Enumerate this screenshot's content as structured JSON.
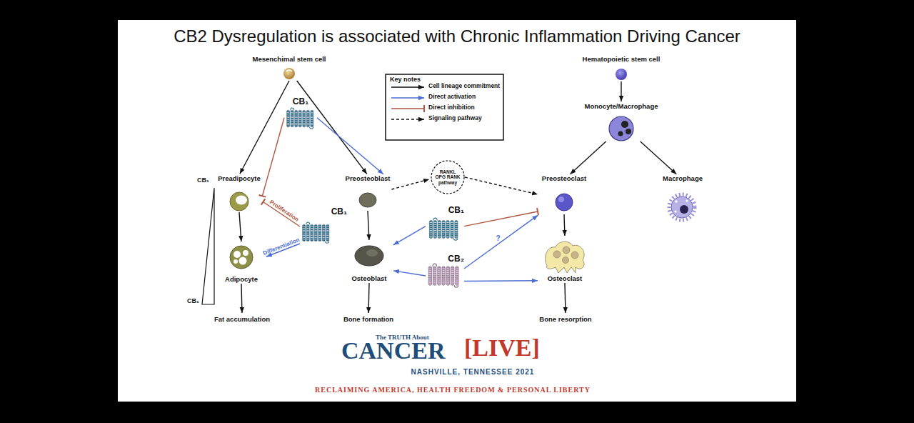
{
  "diagram": {
    "title": "CB2 Dysregulation is associated with Chronic Inflammation Driving Cancer",
    "nodes": [
      {
        "text": [
          "Mesenchimal stem cell"
        ]
      },
      {
        "text": [
          "Hematopoietic stem cell"
        ]
      },
      {
        "text": [
          "CB₁"
        ]
      },
      {
        "text": [
          "Preadipocyte"
        ]
      },
      {
        "text": [
          "Preosteoblast"
        ]
      },
      {
        "text": [
          "RANKL OPG RANK pathway"
        ]
      },
      {
        "text": [
          "Monocyte/Macrophage"
        ]
      },
      {
        "text": [
          "Preosteoclast"
        ]
      },
      {
        "text": [
          "Macrophage"
        ]
      },
      {
        "text": [
          "CB₁"
        ]
      },
      {
        "text": [
          "CB₁"
        ]
      },
      {
        "text": [
          "CB₂"
        ]
      },
      {
        "text": [
          "Adipocyte"
        ]
      },
      {
        "text": [
          "Osteoblast"
        ]
      },
      {
        "text": [
          "Osteoclast"
        ]
      },
      {
        "text": [
          "Fat accumulation"
        ]
      },
      {
        "text": [
          "Bone formation"
        ]
      },
      {
        "text": [
          "Bone resorption"
        ]
      }
    ],
    "edges": [
      {
        "from": 0,
        "to": 3,
        "arrow": "to"
      },
      {
        "from": 0,
        "to": 4,
        "arrow": "to"
      },
      {
        "from": 2,
        "to": 3,
        "arrow": "to"
      },
      {
        "from": 2,
        "to": 4,
        "arrow": "to"
      },
      {
        "from": 1,
        "to": 6,
        "arrow": "to"
      },
      {
        "from": 6,
        "to": 7,
        "arrow": "to"
      },
      {
        "from": 6,
        "to": 8,
        "arrow": "to"
      },
      {
        "from": 3,
        "to": 12,
        "arrow": "to"
      },
      {
        "from": 4,
        "to": 13,
        "arrow": "to"
      },
      {
        "from": 7,
        "to": 14,
        "arrow": "to"
      },
      {
        "from": 4,
        "to": 5,
        "arrow": "to"
      },
      {
        "from": 5,
        "to": 7,
        "arrow": "to"
      },
      {
        "from": 9,
        "to": 3,
        "label": "Proliferation",
        "arrow": "to"
      },
      {
        "from": 9,
        "to": 12,
        "label": "Differentiation",
        "arrow": "to"
      },
      {
        "from": 10,
        "to": 13,
        "arrow": "to"
      },
      {
        "from": 10,
        "to": 7,
        "arrow": "to"
      },
      {
        "from": 11,
        "to": 13,
        "arrow": "to"
      },
      {
        "from": 11,
        "to": 7,
        "label": "?",
        "arrow": "to"
      },
      {
        "from": 11,
        "to": 14,
        "arrow": "to"
      },
      {
        "from": 12,
        "to": 15,
        "arrow": "to"
      },
      {
        "from": 13,
        "to": 16,
        "arrow": "to"
      },
      {
        "from": 14,
        "to": 17,
        "arrow": "to"
      }
    ],
    "labels": [
      "CB₁",
      "CB₁",
      "Key notes",
      "The TRUTH About",
      "CANCER",
      "[LIVE]",
      "NASHVILLE, TENNESSEE 2021",
      "RECLAIMING AMERICA, HEALTH FREEDOM & PERSONAL LIBERTY"
    ],
    "legend": [
      {
        "text": "Cell lineage commitment"
      },
      {
        "text": "Direct activation"
      },
      {
        "text": "Direct inhibition"
      },
      {
        "text": "Signaling pathway"
      }
    ]
  }
}
